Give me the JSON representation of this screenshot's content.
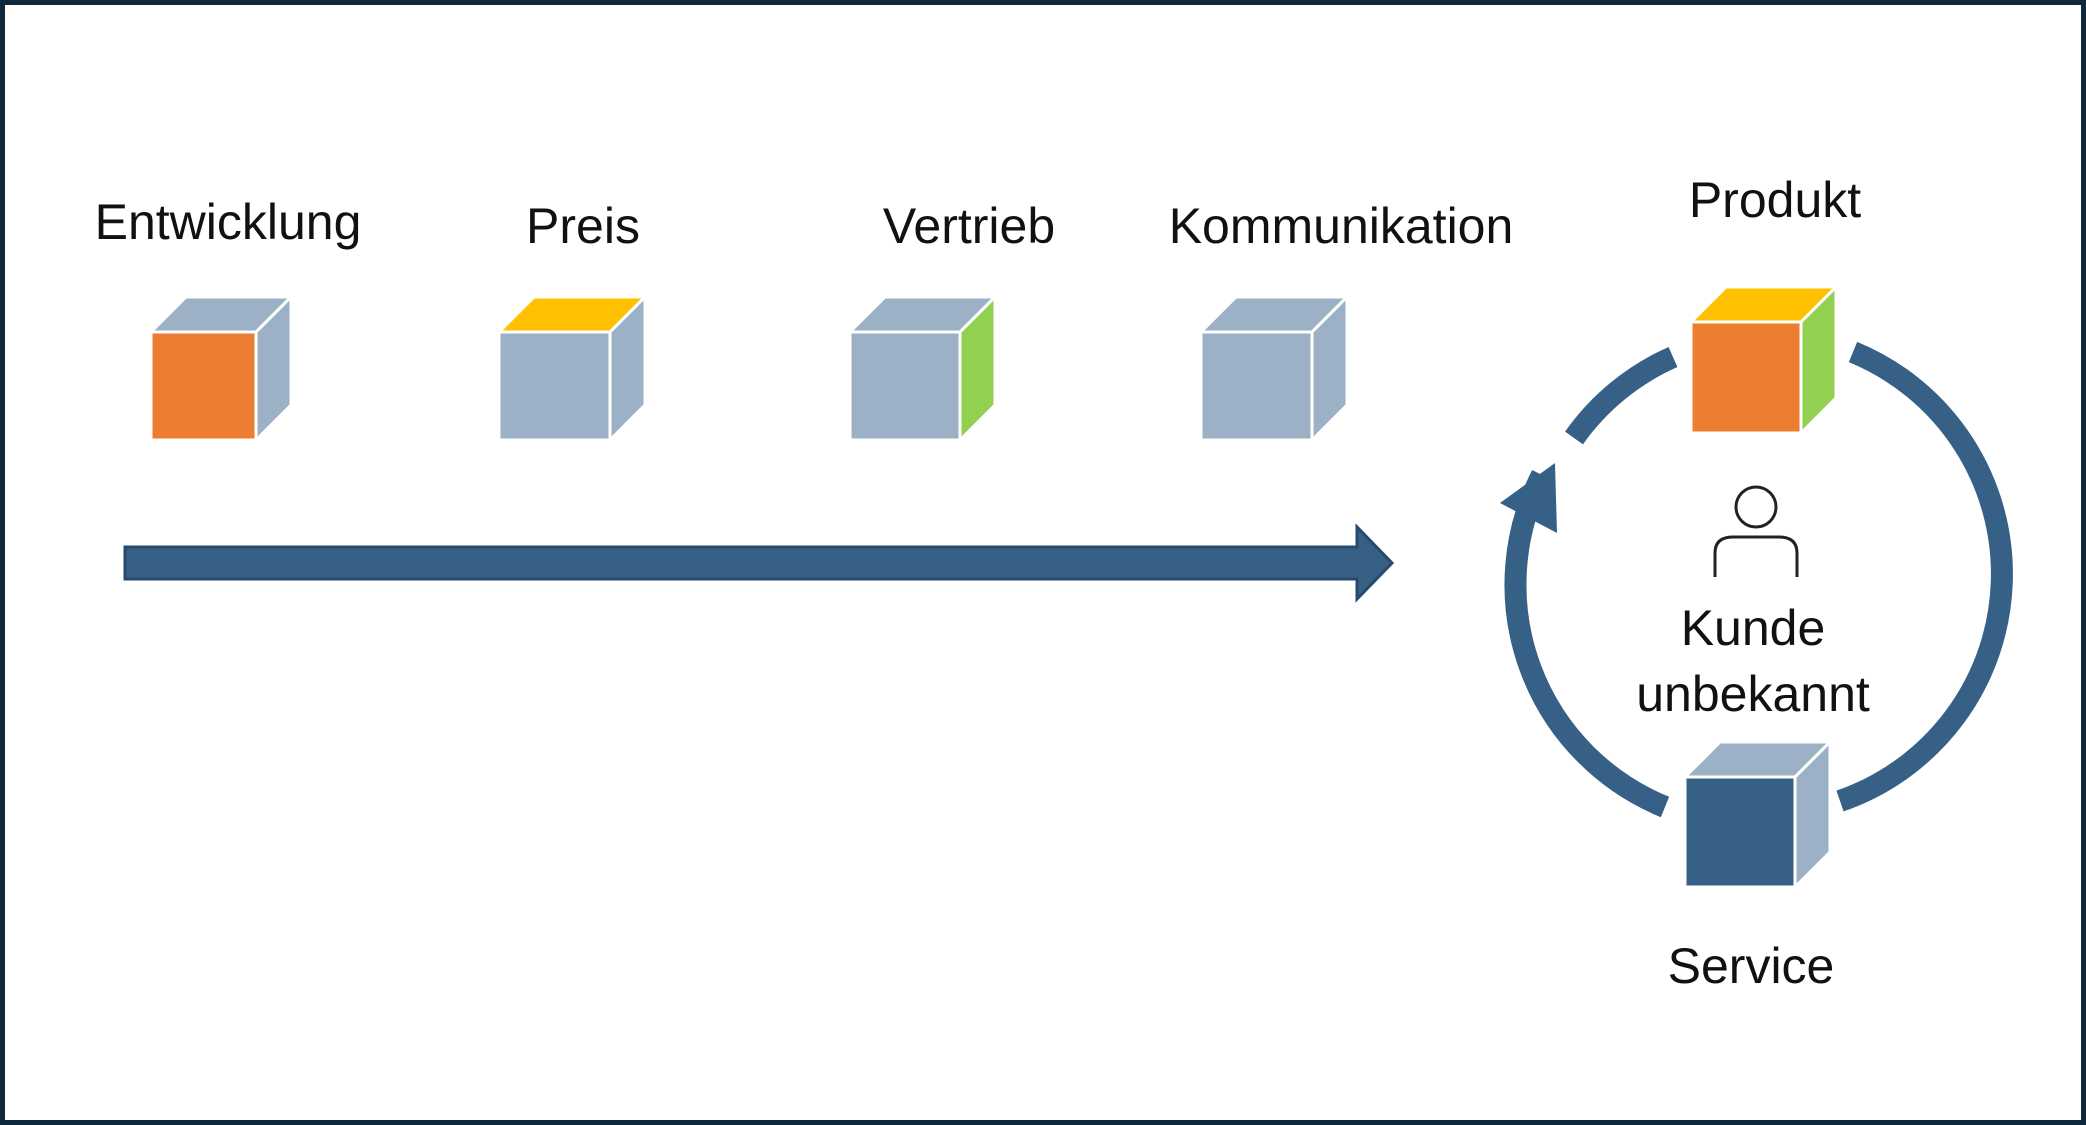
{
  "colors": {
    "cube_gray": "#9cb0c6",
    "orange": "#ed7d31",
    "yellow": "#ffc000",
    "green": "#92d050",
    "navy": "#376087",
    "frame": "#10283c",
    "text": "#111111"
  },
  "process_steps": [
    {
      "label": "Entwicklung",
      "highlight_face": "front",
      "highlight_color": "#ed7d31"
    },
    {
      "label": "Preis",
      "highlight_face": "top",
      "highlight_color": "#ffc000"
    },
    {
      "label": "Vertrieb",
      "highlight_face": "side",
      "highlight_color": "#92d050"
    },
    {
      "label": "Kommunikation",
      "highlight_face": "none",
      "highlight_color": ""
    }
  ],
  "cycle": {
    "product_label": "Produkt",
    "service_label": "Service",
    "center_label_line1": "Kunde",
    "center_label_line2": "unbekannt",
    "center_icon": "person-icon"
  }
}
